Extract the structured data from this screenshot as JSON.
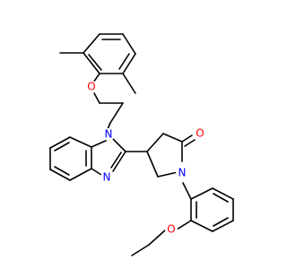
{
  "colors": {
    "background": "#ffffff",
    "bond": "#000000",
    "oxygen": "#ff0000",
    "nitrogen": "#0000ff"
  },
  "atoms": {
    "ether_oxygen_top": "O",
    "benzimidazole_n1": "N",
    "benzimidazole_n3": "N",
    "lactam_oxygen": "O",
    "lactam_nitrogen": "N",
    "ethoxy_oxygen": "O"
  }
}
